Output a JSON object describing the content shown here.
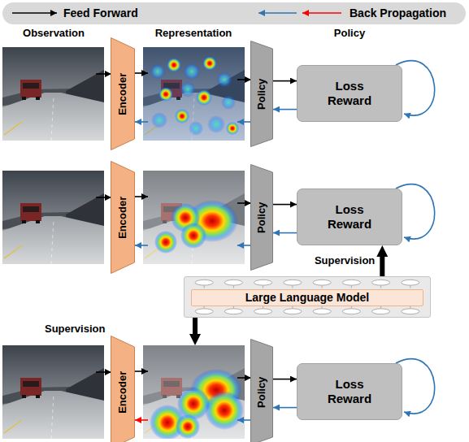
{
  "diagram": {
    "nodes": [
      {
        "text": [
          "Encoder"
        ]
      },
      {
        "text": [
          "Policy"
        ]
      },
      {
        "text": [
          "Loss Reward"
        ]
      },
      {
        "text": [
          "Encoder"
        ]
      },
      {
        "text": [
          "Policy"
        ]
      },
      {
        "text": [
          "Loss Reward"
        ]
      },
      {
        "text": [
          "Large Language Model"
        ]
      },
      {
        "text": [
          "Encoder"
        ]
      },
      {
        "text": [
          "Policy"
        ]
      },
      {
        "text": [
          "Loss Reward"
        ]
      }
    ],
    "edges": [
      {
        "from": 1,
        "to": 2,
        "arrow": "to"
      },
      {
        "from": 2,
        "to": 1,
        "arrow": "to"
      },
      {
        "from": 4,
        "to": 5,
        "arrow": "to"
      },
      {
        "from": 5,
        "to": 4,
        "arrow": "to"
      },
      {
        "from": 6,
        "to": 5,
        "label": "Supervision",
        "arrow": "to"
      },
      {
        "from": 8,
        "to": 9,
        "arrow": "to"
      },
      {
        "from": 9,
        "to": 8,
        "arrow": "to"
      }
    ],
    "labels": [
      "Observation",
      "Representation",
      "Policy",
      "Supervision"
    ],
    "legend": [
      {
        "text": "Feed Forward"
      },
      {
        "text": "Back Propagation"
      }
    ]
  }
}
